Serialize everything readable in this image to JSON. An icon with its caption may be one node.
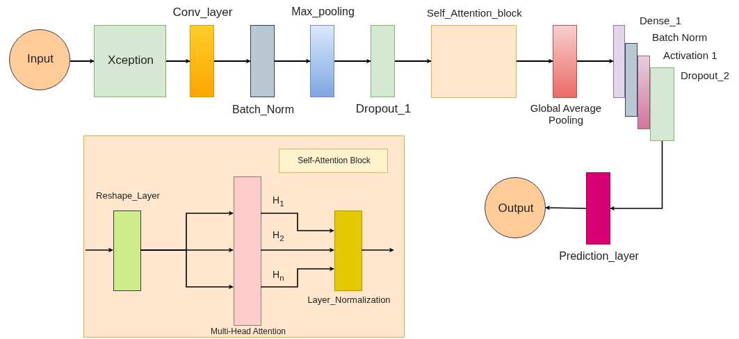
{
  "diagram": {
    "nodes": [
      {
        "text": [
          "Input"
        ]
      },
      {
        "text": [
          "Xception"
        ]
      },
      {
        "text": [
          "Conv_layer"
        ]
      },
      {
        "text": [
          "Batch_Norm"
        ]
      },
      {
        "text": [
          "Max_pooling"
        ]
      },
      {
        "text": [
          "Dropout_1"
        ]
      },
      {
        "text": [
          "Self_Attention_block"
        ]
      },
      {
        "text": [
          "Global Average Pooling"
        ]
      },
      {
        "text": [
          "Dense_1"
        ]
      },
      {
        "text": [
          "Batch Norm"
        ]
      },
      {
        "text": [
          "Activation 1"
        ]
      },
      {
        "text": [
          "Dropout_2"
        ]
      },
      {
        "text": [
          "Prediction_layer"
        ]
      },
      {
        "text": [
          "Output"
        ]
      },
      {
        "text": [],
        "shape": "box"
      },
      {
        "text": [
          "Self-Attention Block"
        ],
        "in": 14
      },
      {
        "text": [
          "Reshape_Layer"
        ],
        "in": 14
      },
      {
        "text": [
          "Multi-Head Attention"
        ],
        "in": 14
      },
      {
        "text": [
          "Layer_Normalization"
        ],
        "in": 14
      }
    ],
    "edges": [
      {
        "from": 0,
        "to": 1,
        "arrow": "to"
      },
      {
        "from": 1,
        "to": 2,
        "arrow": "to"
      },
      {
        "from": 2,
        "to": 3,
        "arrow": "to"
      },
      {
        "from": 3,
        "to": 4,
        "arrow": "to"
      },
      {
        "from": 4,
        "to": 5,
        "arrow": "to"
      },
      {
        "from": 5,
        "to": 6,
        "arrow": "to"
      },
      {
        "from": 6,
        "to": 7,
        "arrow": "to"
      },
      {
        "from": 7,
        "to": 8,
        "arrow": "to"
      },
      {
        "from": 11,
        "to": 12,
        "arrow": "to"
      },
      {
        "from": 12,
        "to": 13,
        "arrow": "to"
      },
      {
        "from": null,
        "to": 16,
        "arrow": "to"
      },
      {
        "from": 16,
        "to": 17,
        "arrow": "to"
      },
      {
        "from": 16,
        "to": 17,
        "arrow": "to"
      },
      {
        "from": 16,
        "to": 17,
        "arrow": "to"
      },
      {
        "from": 17,
        "to": 18,
        "label": "H$_{1}$",
        "arrow": "to"
      },
      {
        "from": 17,
        "to": 18,
        "label": "H$_{2}$",
        "arrow": "to"
      },
      {
        "from": 17,
        "to": 18,
        "label": "H$_{n}$",
        "arrow": "to"
      },
      {
        "from": 18,
        "to": null,
        "arrow": "to"
      }
    ]
  }
}
